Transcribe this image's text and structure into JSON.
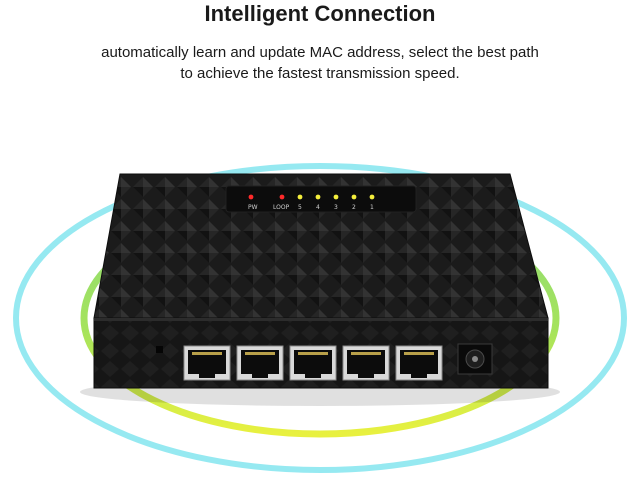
{
  "headline": "Intelligent Connection",
  "subtitle_lines": [
    "automatically learn and update MAC address, select the best path",
    "to achieve the fastest transmission speed."
  ],
  "panel_labels": {
    "pw": "PW",
    "loop": "LOOP",
    "ports": [
      "5",
      "4",
      "3",
      "2",
      "1"
    ]
  },
  "colors": {
    "outer_ring": "#7fe6ef",
    "inner_ring_top": "#7fd66a",
    "inner_ring_bottom": "#e6ef2a",
    "device_body": "#1c1c1c",
    "led_red": "#ff2a2a",
    "led_yellow": "#f4ee3c"
  },
  "icons": [
    "signal-ring",
    "ethernet-port-icon",
    "power-jack-icon",
    "led-indicator-icon"
  ]
}
